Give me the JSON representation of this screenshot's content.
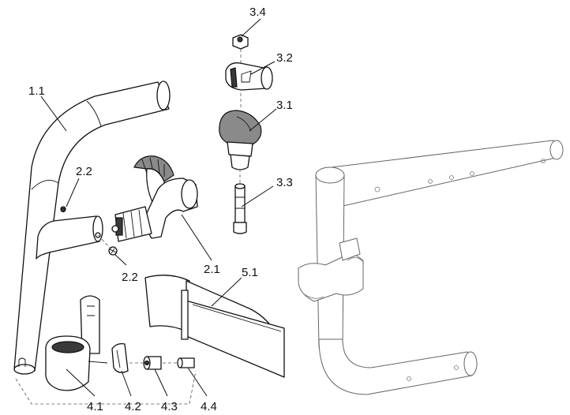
{
  "callouts": [
    {
      "id": "1.1",
      "text": "1.1"
    },
    {
      "id": "2.1",
      "text": "2.1"
    },
    {
      "id": "2.2a",
      "text": "2.2"
    },
    {
      "id": "2.2b",
      "text": "2.2"
    },
    {
      "id": "3.1",
      "text": "3.1"
    },
    {
      "id": "3.2",
      "text": "3.2"
    },
    {
      "id": "3.3",
      "text": "3.3"
    },
    {
      "id": "3.4",
      "text": "3.4"
    },
    {
      "id": "4.1",
      "text": "4.1"
    },
    {
      "id": "4.2",
      "text": "4.2"
    },
    {
      "id": "4.3",
      "text": "4.3"
    },
    {
      "id": "4.4",
      "text": "4.4"
    },
    {
      "id": "5.1",
      "text": "5.1"
    }
  ]
}
